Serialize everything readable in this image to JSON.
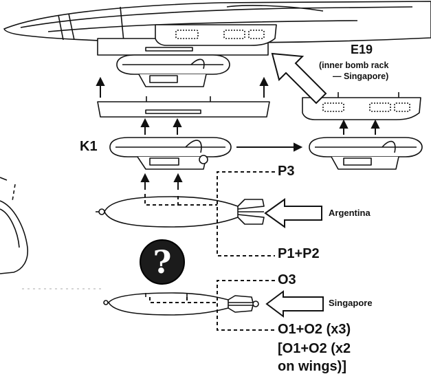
{
  "labels": {
    "e19_title": "E19",
    "e19_line1": "(inner bomb rack",
    "e19_line2": "— Singapore)",
    "k1": "K1",
    "p3": "P3",
    "p1p2": "P1+P2",
    "o3": "O3",
    "o1o2": "O1+O2 (x3)",
    "wings_line1": "[O1+O2 (x2",
    "wings_line2": "on wings)]",
    "argentina": "Argentina",
    "singapore": "Singapore",
    "question_mark": "?"
  },
  "colors": {
    "ink": "#111111",
    "paper": "#ffffff",
    "badge": "#1b1b1b"
  }
}
